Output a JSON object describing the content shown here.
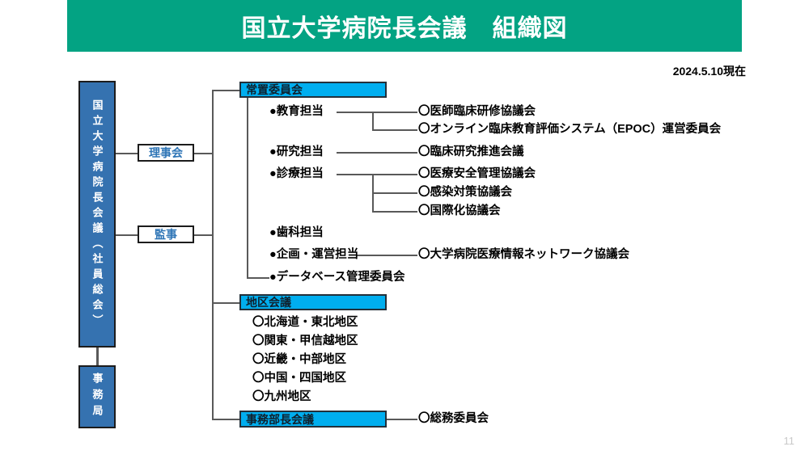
{
  "slide": {
    "title": "国立大学病院長会議　組織図",
    "as_of": "2024.5.10現在",
    "page_number": "11",
    "colors": {
      "header_green": "#03A383",
      "box_blue": "#3572B0",
      "section_cyan": "#00AEEF",
      "label_text_blue": "#2E75B6",
      "line_gray": "#595959"
    }
  },
  "root": {
    "main_body": "国立大学病院長会議（社員総会）",
    "secretariat": "事務局"
  },
  "governance": {
    "board": "理事会",
    "auditor": "監事"
  },
  "standing_committee": {
    "header": "常置委員会",
    "roles": [
      {
        "label": "●教育担当",
        "children": [
          "〇医師臨床研修協議会",
          "〇オンライン臨床教育評価システム（EPOC）運営委員会"
        ]
      },
      {
        "label": "●研究担当",
        "children": [
          "〇臨床研究推進会議"
        ]
      },
      {
        "label": "●診療担当",
        "children": [
          "〇医療安全管理協議会",
          "〇感染対策協議会",
          "〇国際化協議会"
        ]
      },
      {
        "label": "●歯科担当",
        "children": []
      },
      {
        "label": "●企画・運営担当",
        "children": [
          "〇大学病院医療情報ネットワーク協議会"
        ]
      },
      {
        "label": "●データベース管理委員会",
        "children": []
      }
    ]
  },
  "district_meeting": {
    "header": "地区会議",
    "districts": [
      "〇北海道・東北地区",
      "〇関東・甲信越地区",
      "〇近畿・中部地区",
      "〇中国・四国地区",
      "〇九州地区"
    ]
  },
  "bureau_chiefs_meeting": {
    "header": "事務部長会議",
    "children": [
      "〇総務委員会"
    ]
  }
}
